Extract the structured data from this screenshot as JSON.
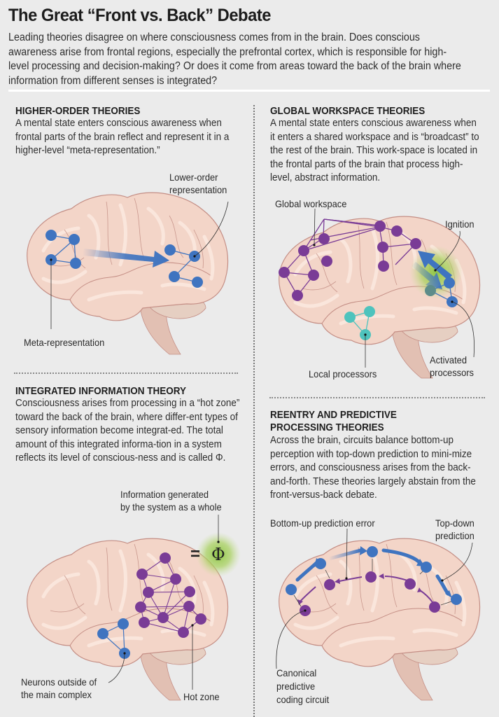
{
  "header": {
    "title": "The Great “Front vs. Back” Debate",
    "intro": "Leading theories disagree on where consciousness comes from in the brain. Does conscious awareness arise from frontal regions, especially the prefrontal cortex, which is responsible for high-level processing and decision-making? Or does it come from areas toward the back of the brain where information from different senses is integrated?"
  },
  "colors": {
    "background": "#ebebeb",
    "brain_fill": "#f3d5c8",
    "brain_outline": "#c48e85",
    "blue_node": "#3f74c0",
    "purple_node": "#7a3c96",
    "teal_node": "#4ec3bd",
    "glow_green": "#8bc63f"
  },
  "panels": {
    "higher_order": {
      "title": "HIGHER-ORDER THEORIES",
      "body": "A mental state enters conscious awareness when frontal parts of the brain reflect and represent it in a higher-level “meta-representation.”",
      "labels": {
        "lower_order": "Lower-order\nrepresentation",
        "meta": "Meta-representation"
      }
    },
    "global_workspace": {
      "title": "GLOBAL WORKSPACE THEORIES",
      "body": "A mental state enters conscious awareness when it enters a shared workspace and is “broadcast” to the rest of the brain. This work-space is located in the frontal parts of the brain that process high-level, abstract information.",
      "labels": {
        "global_workspace": "Global workspace",
        "ignition": "Ignition",
        "local_processors": "Local processors",
        "activated_processors": "Activated\nprocessors"
      }
    },
    "integrated_information": {
      "title": "INTEGRATED INFORMATION THEORY",
      "body": "Consciousness arises from processing in a “hot zone” toward the back of the brain, where differ-ent types of sensory information become integrat-ed. The total amount of this integrated informa-tion in a system reflects its level of conscious-ness and is called Φ.",
      "labels": {
        "info_generated": "Information generated\nby the system as a whole",
        "equals": "=",
        "phi": "Φ",
        "neurons_outside": "Neurons outside of\nthe main complex",
        "hot_zone": "Hot zone"
      }
    },
    "reentry_predictive": {
      "title": "REENTRY AND PREDICTIVE\nPROCESSING THEORIES",
      "body": "Across the brain, circuits balance bottom-up perception with top-down prediction to mini-mize errors, and consciousness arises from the back-and-forth. These theories largely abstain from the front-versus-back debate.",
      "labels": {
        "bottom_up": "Bottom-up prediction error",
        "top_down": "Top-down\nprediction",
        "canonical": "Canonical\npredictive\ncoding circuit"
      }
    }
  }
}
